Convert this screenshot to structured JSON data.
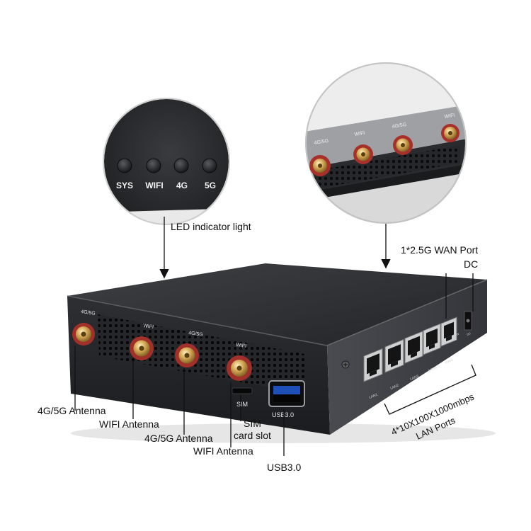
{
  "led_zoom": {
    "indicators": [
      "SYS",
      "WIFI",
      "4G",
      "5G"
    ],
    "callout": "LED indicator light"
  },
  "antenna_zoom": {
    "port_labels": [
      "4G/5G",
      "WIFI",
      "4G/5G",
      "WIFI"
    ]
  },
  "device": {
    "front_labels": [
      "4G/5G",
      "WIFI",
      "4G/5G",
      "WIFI"
    ],
    "sim_label": "SIM",
    "usb_label": "USB3.0",
    "lan_port_labels": [
      "LAN1",
      "LAN2",
      "LAN3",
      "LAN4",
      "WAN"
    ],
    "rear_small_labels": [
      "WAN",
      "DC"
    ]
  },
  "callouts": {
    "wan_port": "1*2.5G WAN Port",
    "dc": "DC",
    "antenna_1": "4G/5G Antenna",
    "antenna_2": "WIFI Antenna",
    "antenna_3": "4G/5G Antenna",
    "antenna_4": "WIFI Antenna",
    "sim_slot_line1": "SIM",
    "sim_slot_line2": "card slot",
    "usb": "USB3.0",
    "lan_line1": "4*10X100X1000mbps",
    "lan_line2": "LAN Ports"
  }
}
